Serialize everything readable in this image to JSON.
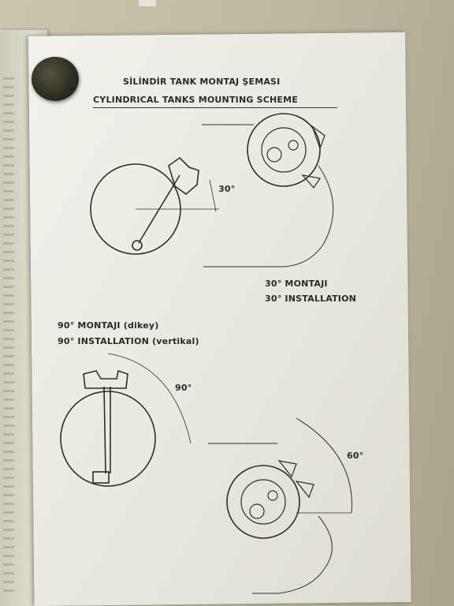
{
  "document": {
    "title_tr": "SİLİNDİR TANK MONTAJ ŞEMASI",
    "title_en": "CYLINDRICAL TANKS MOUNTING SCHEME"
  },
  "section_30": {
    "angle": "30°",
    "label_tr": "30° MONTAJI",
    "label_en": "30° INSTALLATION"
  },
  "section_90": {
    "angle": "90°",
    "label_tr": "90° MONTAJI (dikey)",
    "label_en": "90° INSTALLATION (vertikal)"
  },
  "section_60": {
    "angle": "60°"
  },
  "colors": {
    "paper": "#ecebe4",
    "ink": "#2b2a26"
  }
}
